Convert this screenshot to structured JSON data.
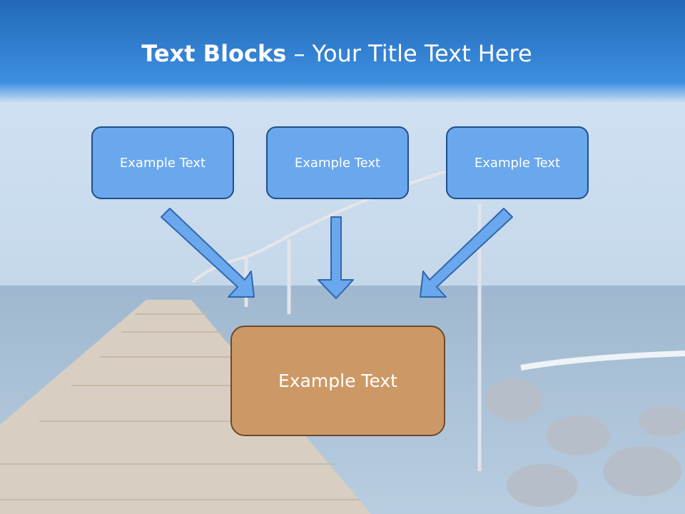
{
  "title": {
    "bold": "Text Blocks",
    "dash": " – ",
    "rest": "Your Title Text Here"
  },
  "boxes": {
    "top": [
      "Example Text",
      "Example Text",
      "Example Text"
    ],
    "main": "Example Text"
  },
  "colors": {
    "header": "#2a74c6",
    "box_fill": "#6aa7ec",
    "box_border": "#1f4f8a",
    "main_fill": "#cc9966",
    "main_border": "#6b4a2b",
    "arrow_fill": "#6aa7ec"
  }
}
